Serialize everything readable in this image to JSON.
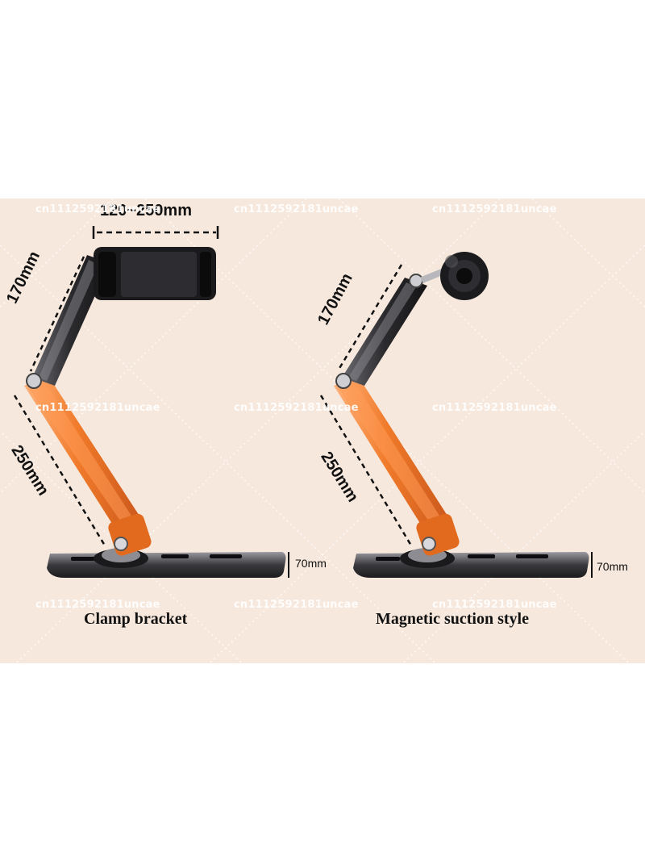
{
  "watermark": "cn1112592181uncae",
  "left_product": {
    "caption": "Clamp bracket",
    "width_label": "120~250mm",
    "upper_arm_label": "170mm",
    "lower_arm_label": "250mm",
    "base_label": "70mm"
  },
  "right_product": {
    "caption": "Magnetic suction style",
    "upper_arm_label": "170mm",
    "lower_arm_label": "250mm",
    "base_label": "70mm"
  },
  "colors": {
    "background": "#f7e8dd",
    "orange_arm": "#f07a2a",
    "dark_arm": "#2b2b2e",
    "base_metal": "#3a3a3e"
  }
}
